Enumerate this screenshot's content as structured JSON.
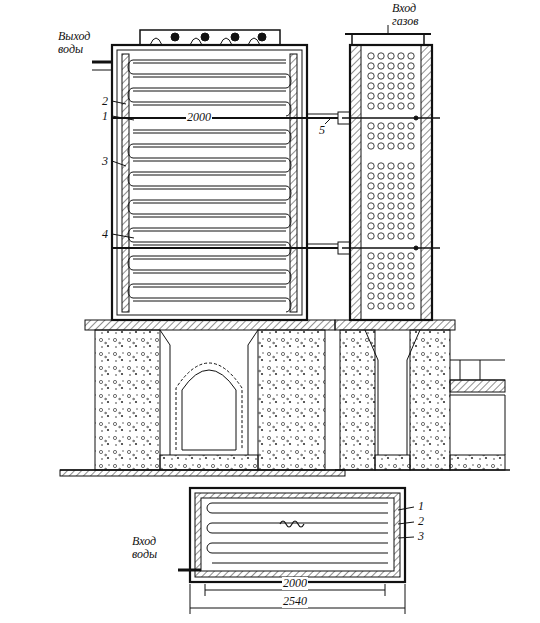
{
  "diagram": {
    "labels": [
      "Выход воды",
      "2",
      "1",
      "2000",
      "5",
      "3",
      "4",
      "Вход газов",
      "1",
      "2",
      "3",
      "Вход воды",
      "2000",
      "2540"
    ]
  }
}
